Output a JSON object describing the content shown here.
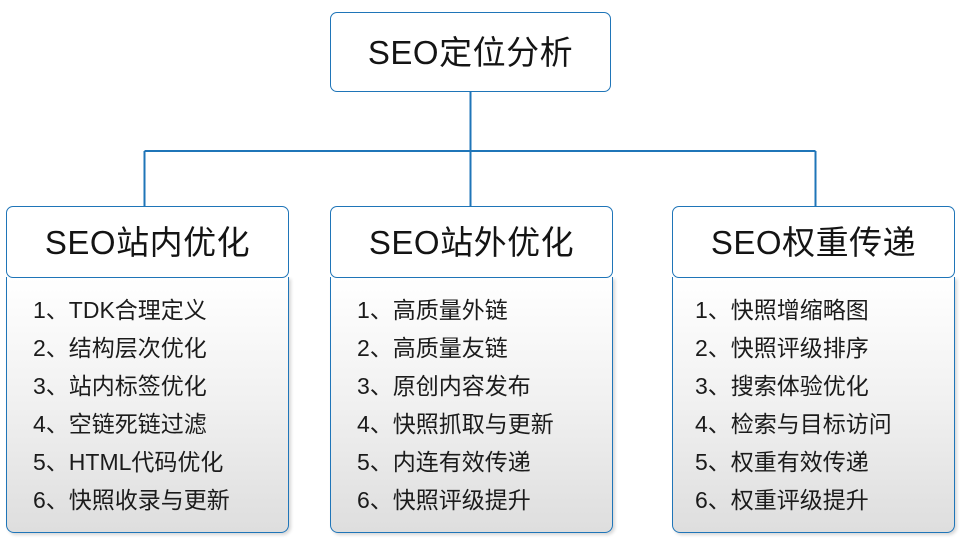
{
  "diagram": {
    "type": "org-chart",
    "title": "SEO定位分析",
    "accent_color": "#1f75b8",
    "text_color": "#141414",
    "background_color": "#ffffff"
  },
  "root": {
    "label": "SEO定位分析"
  },
  "branches": [
    {
      "key": "on-site",
      "header": "SEO站内优化",
      "items": [
        {
          "index": "1、",
          "text": "TDK合理定义"
        },
        {
          "index": "2、",
          "text": "结构层次优化"
        },
        {
          "index": "3、",
          "text": "站内标签优化"
        },
        {
          "index": "4、",
          "text": "空链死链过滤"
        },
        {
          "index": "5、",
          "text": "HTML代码优化"
        },
        {
          "index": "6、",
          "text": "快照收录与更新"
        }
      ]
    },
    {
      "key": "off-site",
      "header": "SEO站外优化",
      "items": [
        {
          "index": "1、",
          "text": "高质量外链"
        },
        {
          "index": "2、",
          "text": "高质量友链"
        },
        {
          "index": "3、",
          "text": "原创内容发布"
        },
        {
          "index": "4、",
          "text": "快照抓取与更新"
        },
        {
          "index": "5、",
          "text": "内连有效传递"
        },
        {
          "index": "6、",
          "text": "快照评级提升"
        }
      ]
    },
    {
      "key": "weight-transfer",
      "header": "SEO权重传递",
      "items": [
        {
          "index": "1、",
          "text": "快照增缩略图"
        },
        {
          "index": "2、",
          "text": "快照评级排序"
        },
        {
          "index": "3、",
          "text": "搜索体验优化"
        },
        {
          "index": "4、",
          "text": "检索与目标访问"
        },
        {
          "index": "5、",
          "text": "权重有效传递"
        },
        {
          "index": "6、",
          "text": "权重评级提升"
        }
      ]
    }
  ]
}
